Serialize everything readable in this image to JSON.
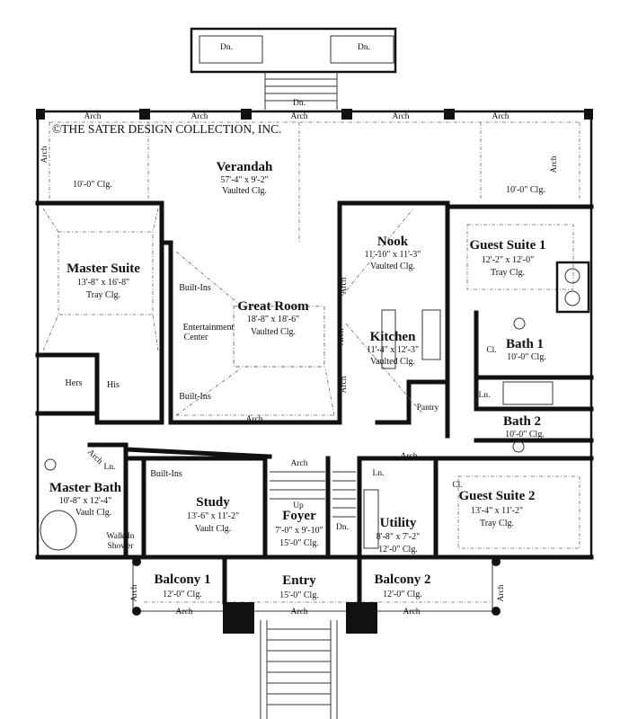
{
  "copyright": "©THE SATER DESIGN COLLECTION, INC.",
  "common": {
    "arch": "Arch",
    "dn": "Dn.",
    "up": "Up",
    "ln": "Ln.",
    "cl": "Cl.",
    "built_ins": "Built-Ins"
  },
  "rooms": {
    "verandah": {
      "name": "Verandah",
      "dims": "57'-4\" x 9'-2\"",
      "clg": "Vaulted Clg.",
      "side_clg": "10'-0\" Clg."
    },
    "master_suite": {
      "name": "Master Suite",
      "dims": "13'-8\" x 16'-8\"",
      "clg": "Tray Clg."
    },
    "hers": "Hers",
    "his": "His",
    "entertainment": [
      "Entertainment",
      "Center"
    ],
    "great_room": {
      "name": "Great Room",
      "dims": "18'-8\" x 18'-6\"",
      "clg": "Vaulted Clg."
    },
    "nook": {
      "name": "Nook",
      "dims": "11'-10\" x 11'-3\"",
      "clg": "Vaulted Clg."
    },
    "kitchen": {
      "name": "Kitchen",
      "dims": "11'-4\" x 12'-3\"",
      "clg": "Vaulted Clg."
    },
    "pantry": "Pantry",
    "guest_suite_1": {
      "name": "Guest Suite 1",
      "dims": "12'-2\" x 12'-0\"",
      "clg": "Tray Clg."
    },
    "bath_1": {
      "name": "Bath 1",
      "clg": "10'-0\" Clg."
    },
    "bath_2": {
      "name": "Bath 2",
      "clg": "10'-0\" Clg."
    },
    "master_bath": {
      "name": "Master Bath",
      "dims": "10'-8\" x 12'-4\"",
      "clg": "Vault Clg."
    },
    "walk_in_shower": [
      "Walk-In",
      "Shower"
    ],
    "study": {
      "name": "Study",
      "dims": "13'-6\" x 11'-2\"",
      "clg": "Vault Clg."
    },
    "foyer": {
      "name": "Foyer",
      "dims": "7'-0\" x 9'-10\"",
      "clg": "15'-0\" Clg."
    },
    "utility": {
      "name": "Utility",
      "dims": "8'-8\" x 7'-2\"",
      "clg": "12'-0\" Clg."
    },
    "guest_suite_2": {
      "name": "Guest Suite 2",
      "dims": "13'-4\" x 11'-2\"",
      "clg": "Tray Clg."
    },
    "balcony_1": {
      "name": "Balcony 1",
      "clg": "12'-0\" Clg."
    },
    "entry": {
      "name": "Entry",
      "clg": "15'-0\" Clg."
    },
    "balcony_2": {
      "name": "Balcony 2",
      "clg": "12'-0\" Clg."
    }
  }
}
